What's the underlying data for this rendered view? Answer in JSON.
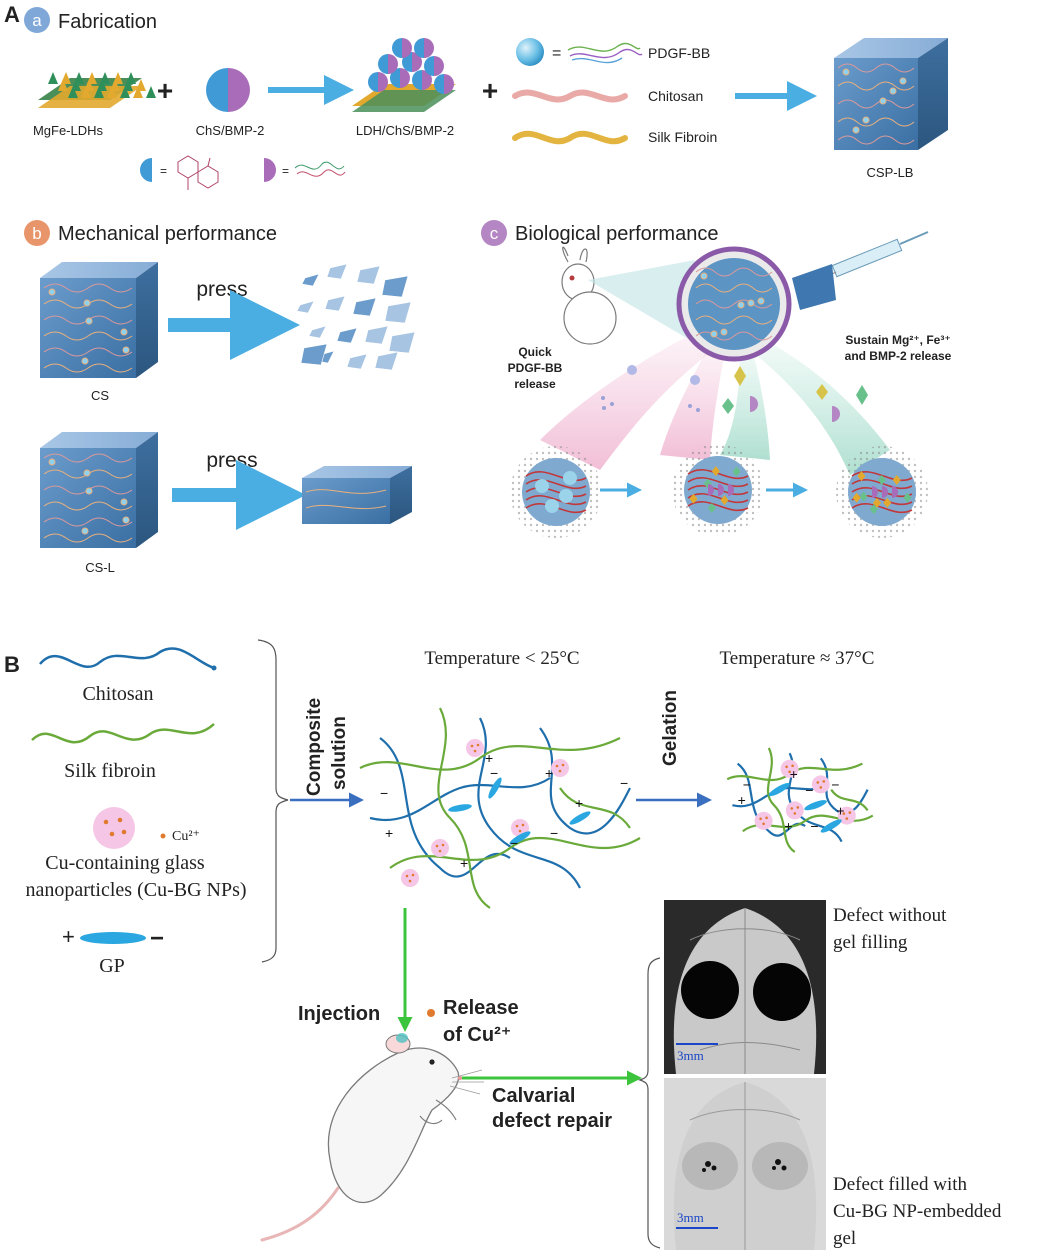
{
  "panel_a": {
    "letter": "A",
    "sections": {
      "fabrication": {
        "badge": "a",
        "title": "Fabrication"
      },
      "mechanical": {
        "badge": "b",
        "title": "Mechanical performance"
      },
      "biological": {
        "badge": "c",
        "title": "Biological performance"
      }
    },
    "materials": {
      "ldh": "MgFe-LDHs",
      "chs_bmp": "ChS/BMP-2",
      "ldh_chs_bmp": "LDH/ChS/BMP-2",
      "pdgf": "PDGF-BB",
      "chitosan": "Chitosan",
      "silk": "Silk Fibroin",
      "product": "CSP-LB",
      "equals": "="
    },
    "mechanical": {
      "press": "press",
      "cs": "CS",
      "csl": "CS-L"
    },
    "biological": {
      "quick_line1": "Quick",
      "quick_line2": "PDGF-BB",
      "quick_line3": "release",
      "sustain_line1": "Sustain Mg²⁺, Fe³⁺",
      "sustain_line2": "and BMP-2 release"
    },
    "colors": {
      "arrow": "#4aaee3",
      "cube": "#4f86b8",
      "badge_a": "#7fa8d8",
      "badge_b": "#e8956b",
      "badge_c": "#b486c4",
      "chitosan": "#e9a9a6",
      "silk": "#e3b43f"
    }
  },
  "panel_b": {
    "letter": "B",
    "legend": {
      "chitosan": "Chitosan",
      "silk": "Silk fibroin",
      "cu_ion": "Cu²⁺",
      "np_line1": "Cu-containing glass",
      "np_line2": "nanoparticles (Cu-BG NPs)",
      "gp": "GP",
      "plus": "+",
      "minus": "−"
    },
    "process": {
      "temp_low": "Temperature < 25°C",
      "temp_high": "Temperature ≈ 37°C",
      "composite_line1": "Composite",
      "composite_line2": "solution",
      "gelation": "Gelation",
      "injection": "Injection",
      "release_line1": "Release",
      "release_line2": "of Cu²⁺",
      "repair_line1": "Calvarial",
      "repair_line2": "defect repair"
    },
    "ct_images": {
      "top_line1": "Defect without",
      "top_line2": "gel filling",
      "bottom_line1": "Defect filled with",
      "bottom_line2": "Cu-BG NP-embedded",
      "bottom_line3": "gel",
      "scale": "3mm"
    },
    "colors": {
      "chitosan": "#1f6fad",
      "silk": "#6aaa3a",
      "np": "#f6c6e6",
      "cu": "#e07a2e",
      "gp": "#2aa7e0",
      "arrow_blue": "#3a6fbf",
      "arrow_green": "#3cc43c"
    }
  }
}
